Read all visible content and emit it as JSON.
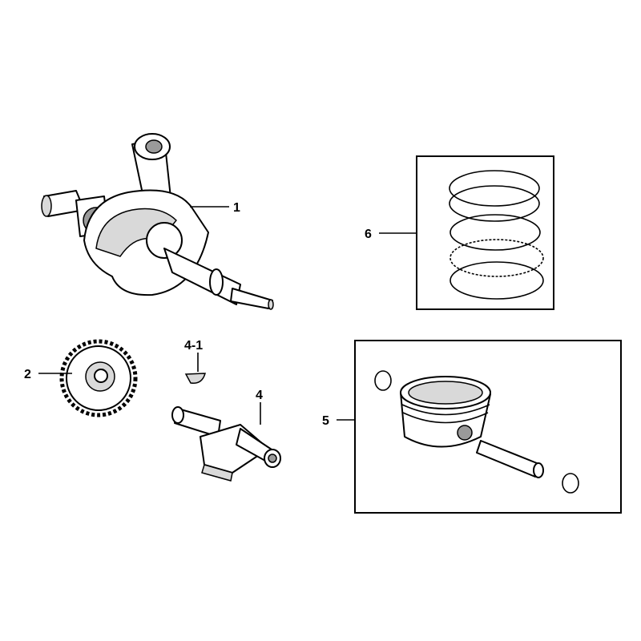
{
  "diagram": {
    "callouts": {
      "crankshaft": "1",
      "gear": "2",
      "key": "4-1",
      "balancer": "4",
      "piston": "5",
      "rings": "6"
    },
    "colors": {
      "line": "#000000",
      "background": "#ffffff",
      "shade": "#d9d9d9"
    }
  }
}
